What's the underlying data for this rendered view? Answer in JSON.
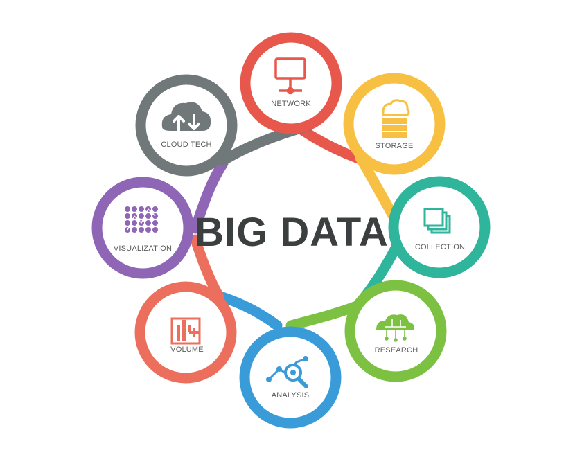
{
  "title": "BIG DATA",
  "colors": {
    "title": "#3b3f3f",
    "label": "#5b5b5b"
  },
  "nodes": [
    {
      "label": "NETWORK",
      "icon": "network-icon",
      "color": "#e8574b"
    },
    {
      "label": "STORAGE",
      "icon": "storage-icon",
      "color": "#f7c042"
    },
    {
      "label": "COLLECTION",
      "icon": "collection-icon",
      "color": "#2fb59b"
    },
    {
      "label": "RESEARCH",
      "icon": "research-icon",
      "color": "#7cc142"
    },
    {
      "label": "ANALYSIS",
      "icon": "analysis-icon",
      "color": "#3a9bd9"
    },
    {
      "label": "VOLUME",
      "icon": "volume-icon",
      "color": "#ec6f5e"
    },
    {
      "label": "VISUALIZATION",
      "icon": "visualization-icon",
      "color": "#8f66b6"
    },
    {
      "label": "CLOUD TECH",
      "icon": "cloud-tech-icon",
      "color": "#707879"
    }
  ]
}
